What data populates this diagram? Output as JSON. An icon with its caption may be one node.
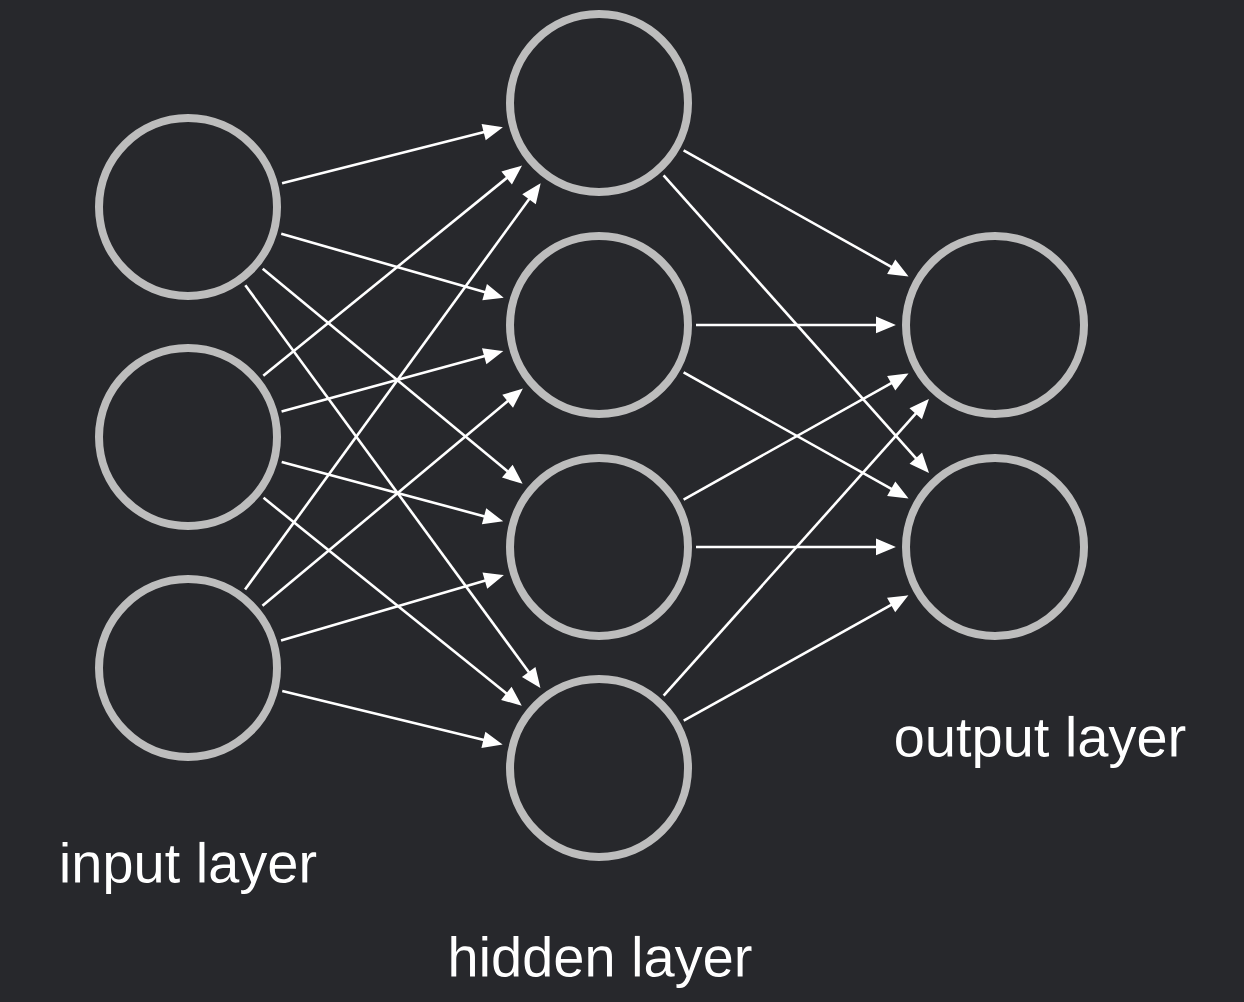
{
  "diagram": {
    "nodes": [
      {
        "text": [],
        "shape": "circle"
      },
      {
        "text": [],
        "shape": "circle"
      },
      {
        "text": [],
        "shape": "circle"
      },
      {
        "text": [],
        "shape": "circle"
      },
      {
        "text": [],
        "shape": "circle"
      },
      {
        "text": [],
        "shape": "circle"
      },
      {
        "text": [],
        "shape": "circle"
      },
      {
        "text": [],
        "shape": "circle"
      },
      {
        "text": [],
        "shape": "circle"
      }
    ],
    "edges": [
      {
        "from": 0,
        "to": 3,
        "arrow": "to"
      },
      {
        "from": 0,
        "to": 4,
        "arrow": "to"
      },
      {
        "from": 0,
        "to": 5,
        "arrow": "to"
      },
      {
        "from": 0,
        "to": 6,
        "arrow": "to"
      },
      {
        "from": 1,
        "to": 3,
        "arrow": "to"
      },
      {
        "from": 1,
        "to": 4,
        "arrow": "to"
      },
      {
        "from": 1,
        "to": 5,
        "arrow": "to"
      },
      {
        "from": 1,
        "to": 6,
        "arrow": "to"
      },
      {
        "from": 2,
        "to": 3,
        "arrow": "to"
      },
      {
        "from": 2,
        "to": 4,
        "arrow": "to"
      },
      {
        "from": 2,
        "to": 5,
        "arrow": "to"
      },
      {
        "from": 2,
        "to": 6,
        "arrow": "to"
      },
      {
        "from": 3,
        "to": 7,
        "arrow": "to"
      },
      {
        "from": 3,
        "to": 8,
        "arrow": "to"
      },
      {
        "from": 4,
        "to": 7,
        "arrow": "to"
      },
      {
        "from": 4,
        "to": 8,
        "arrow": "to"
      },
      {
        "from": 5,
        "to": 7,
        "arrow": "to"
      },
      {
        "from": 5,
        "to": 8,
        "arrow": "to"
      },
      {
        "from": 6,
        "to": 7,
        "arrow": "to"
      },
      {
        "from": 6,
        "to": 8,
        "arrow": "to"
      }
    ],
    "labels": [
      "output layer",
      "input layer",
      "hidden layer"
    ]
  }
}
